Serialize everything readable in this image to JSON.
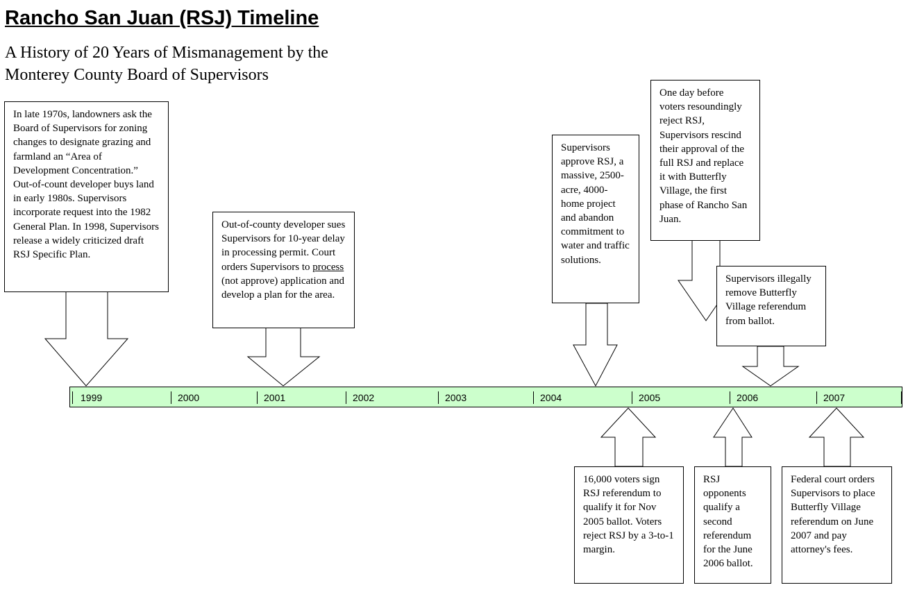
{
  "header": {
    "title": "Rancho San Juan (RSJ) Timeline",
    "subtitle_line1": "A History of 20 Years of Mismanagement by the",
    "subtitle_line2": "Monterey County Board of Supervisors"
  },
  "timeline": {
    "years": [
      "1999",
      "2000",
      "2001",
      "2002",
      "2003",
      "2004",
      "2005",
      "2006",
      "2007"
    ],
    "bar_color": "#ccffcc"
  },
  "events": [
    {
      "id": "late-1970s",
      "text": "In late 1970s, landowners ask the Board of Supervisors for zoning changes to designate grazing and farmland an “Area of Development Concentration.” Out-of-count developer buys land in early 1980s. Supervisors incorporate request into the 1982 General Plan. In 1998, Supervisors release a widely criticized draft RSJ Specific Plan."
    },
    {
      "id": "lawsuit",
      "text_before": "Out-of-county developer sues Supervisors for 10-year delay in processing permit. Court orders Supervisors to ",
      "text_underlined": "process",
      "text_after": " (not approve) application and develop a plan for the area."
    },
    {
      "id": "approve-rsj",
      "text": "Supervisors approve RSJ, a massive, 2500-acre, 4000-home project and abandon commitment to water and traffic solutions."
    },
    {
      "id": "rescind",
      "text": "One day before voters resoundingly reject RSJ, Supervisors rescind their approval of the full RSJ and replace it with Butterfly Village, the first phase of Rancho San Juan."
    },
    {
      "id": "remove-referendum",
      "text": "Supervisors illegally remove Butterfly Village referendum from ballot."
    },
    {
      "id": "voters-sign",
      "text": "16,000 voters sign RSJ referendum to qualify it for Nov 2005 ballot. Voters reject RSJ by a 3-to-1 margin."
    },
    {
      "id": "second-referendum",
      "text": "RSJ opponents qualify a second referendum for the June 2006 ballot."
    },
    {
      "id": "federal-court",
      "text": "Federal court orders Supervisors to place Butterfly Village referendum on June 2007 and pay attorney's fees."
    }
  ]
}
